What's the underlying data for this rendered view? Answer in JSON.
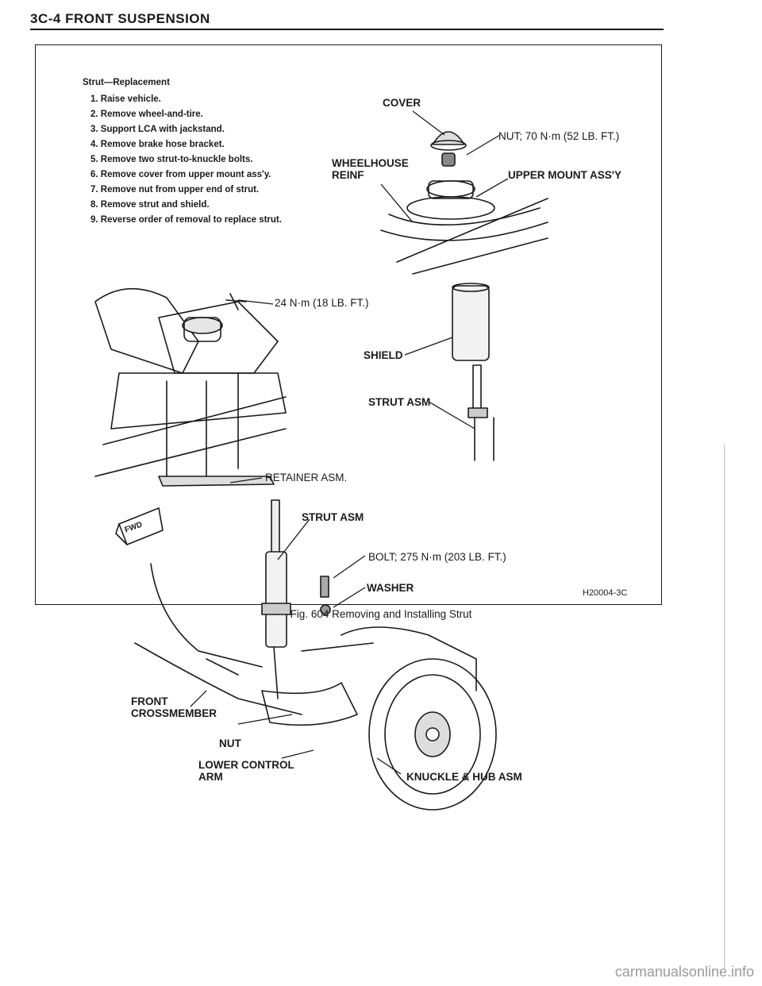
{
  "header": {
    "title": "3C-4 FRONT SUSPENSION"
  },
  "procedure": {
    "title": "Strut—Replacement",
    "steps": [
      "1. Raise vehicle.",
      "2. Remove wheel-and-tire.",
      "3. Support LCA with jackstand.",
      "4. Remove brake hose bracket.",
      "5. Remove two strut-to-knuckle bolts.",
      "6. Remove cover from upper mount ass'y.",
      "7. Remove nut from upper end of strut.",
      "8. Remove strut and shield.",
      "9. Reverse order of removal to replace strut."
    ]
  },
  "labels": {
    "cover": "COVER",
    "nut_top": "NUT; 70 N·m (52 LB. FT.)",
    "wheelhouse": "WHEELHOUSE",
    "reinf": "REINF",
    "upper_mount": "UPPER MOUNT ASS'Y",
    "torque_24": "24 N·m (18 LB. FT.)",
    "shield": "SHIELD",
    "strut_asm_1": "STRUT ASM",
    "retainer": "RETAINER ASM.",
    "fwd": "FWD",
    "strut_asm_2": "STRUT ASM",
    "bolt": "BOLT; 275 N·m (203 LB. FT.)",
    "washer": "WASHER",
    "front": "FRONT",
    "crossmember": "CROSSMEMBER",
    "nut_lower": "NUT",
    "lower_control": "LOWER CONTROL",
    "arm": "ARM",
    "knuckle": "KNUCKLE & HUB ASM",
    "figure_code": "H20004-3C"
  },
  "caption": "Fig. 604 Removing and Installing Strut",
  "watermark": "carmanualsonline.info"
}
